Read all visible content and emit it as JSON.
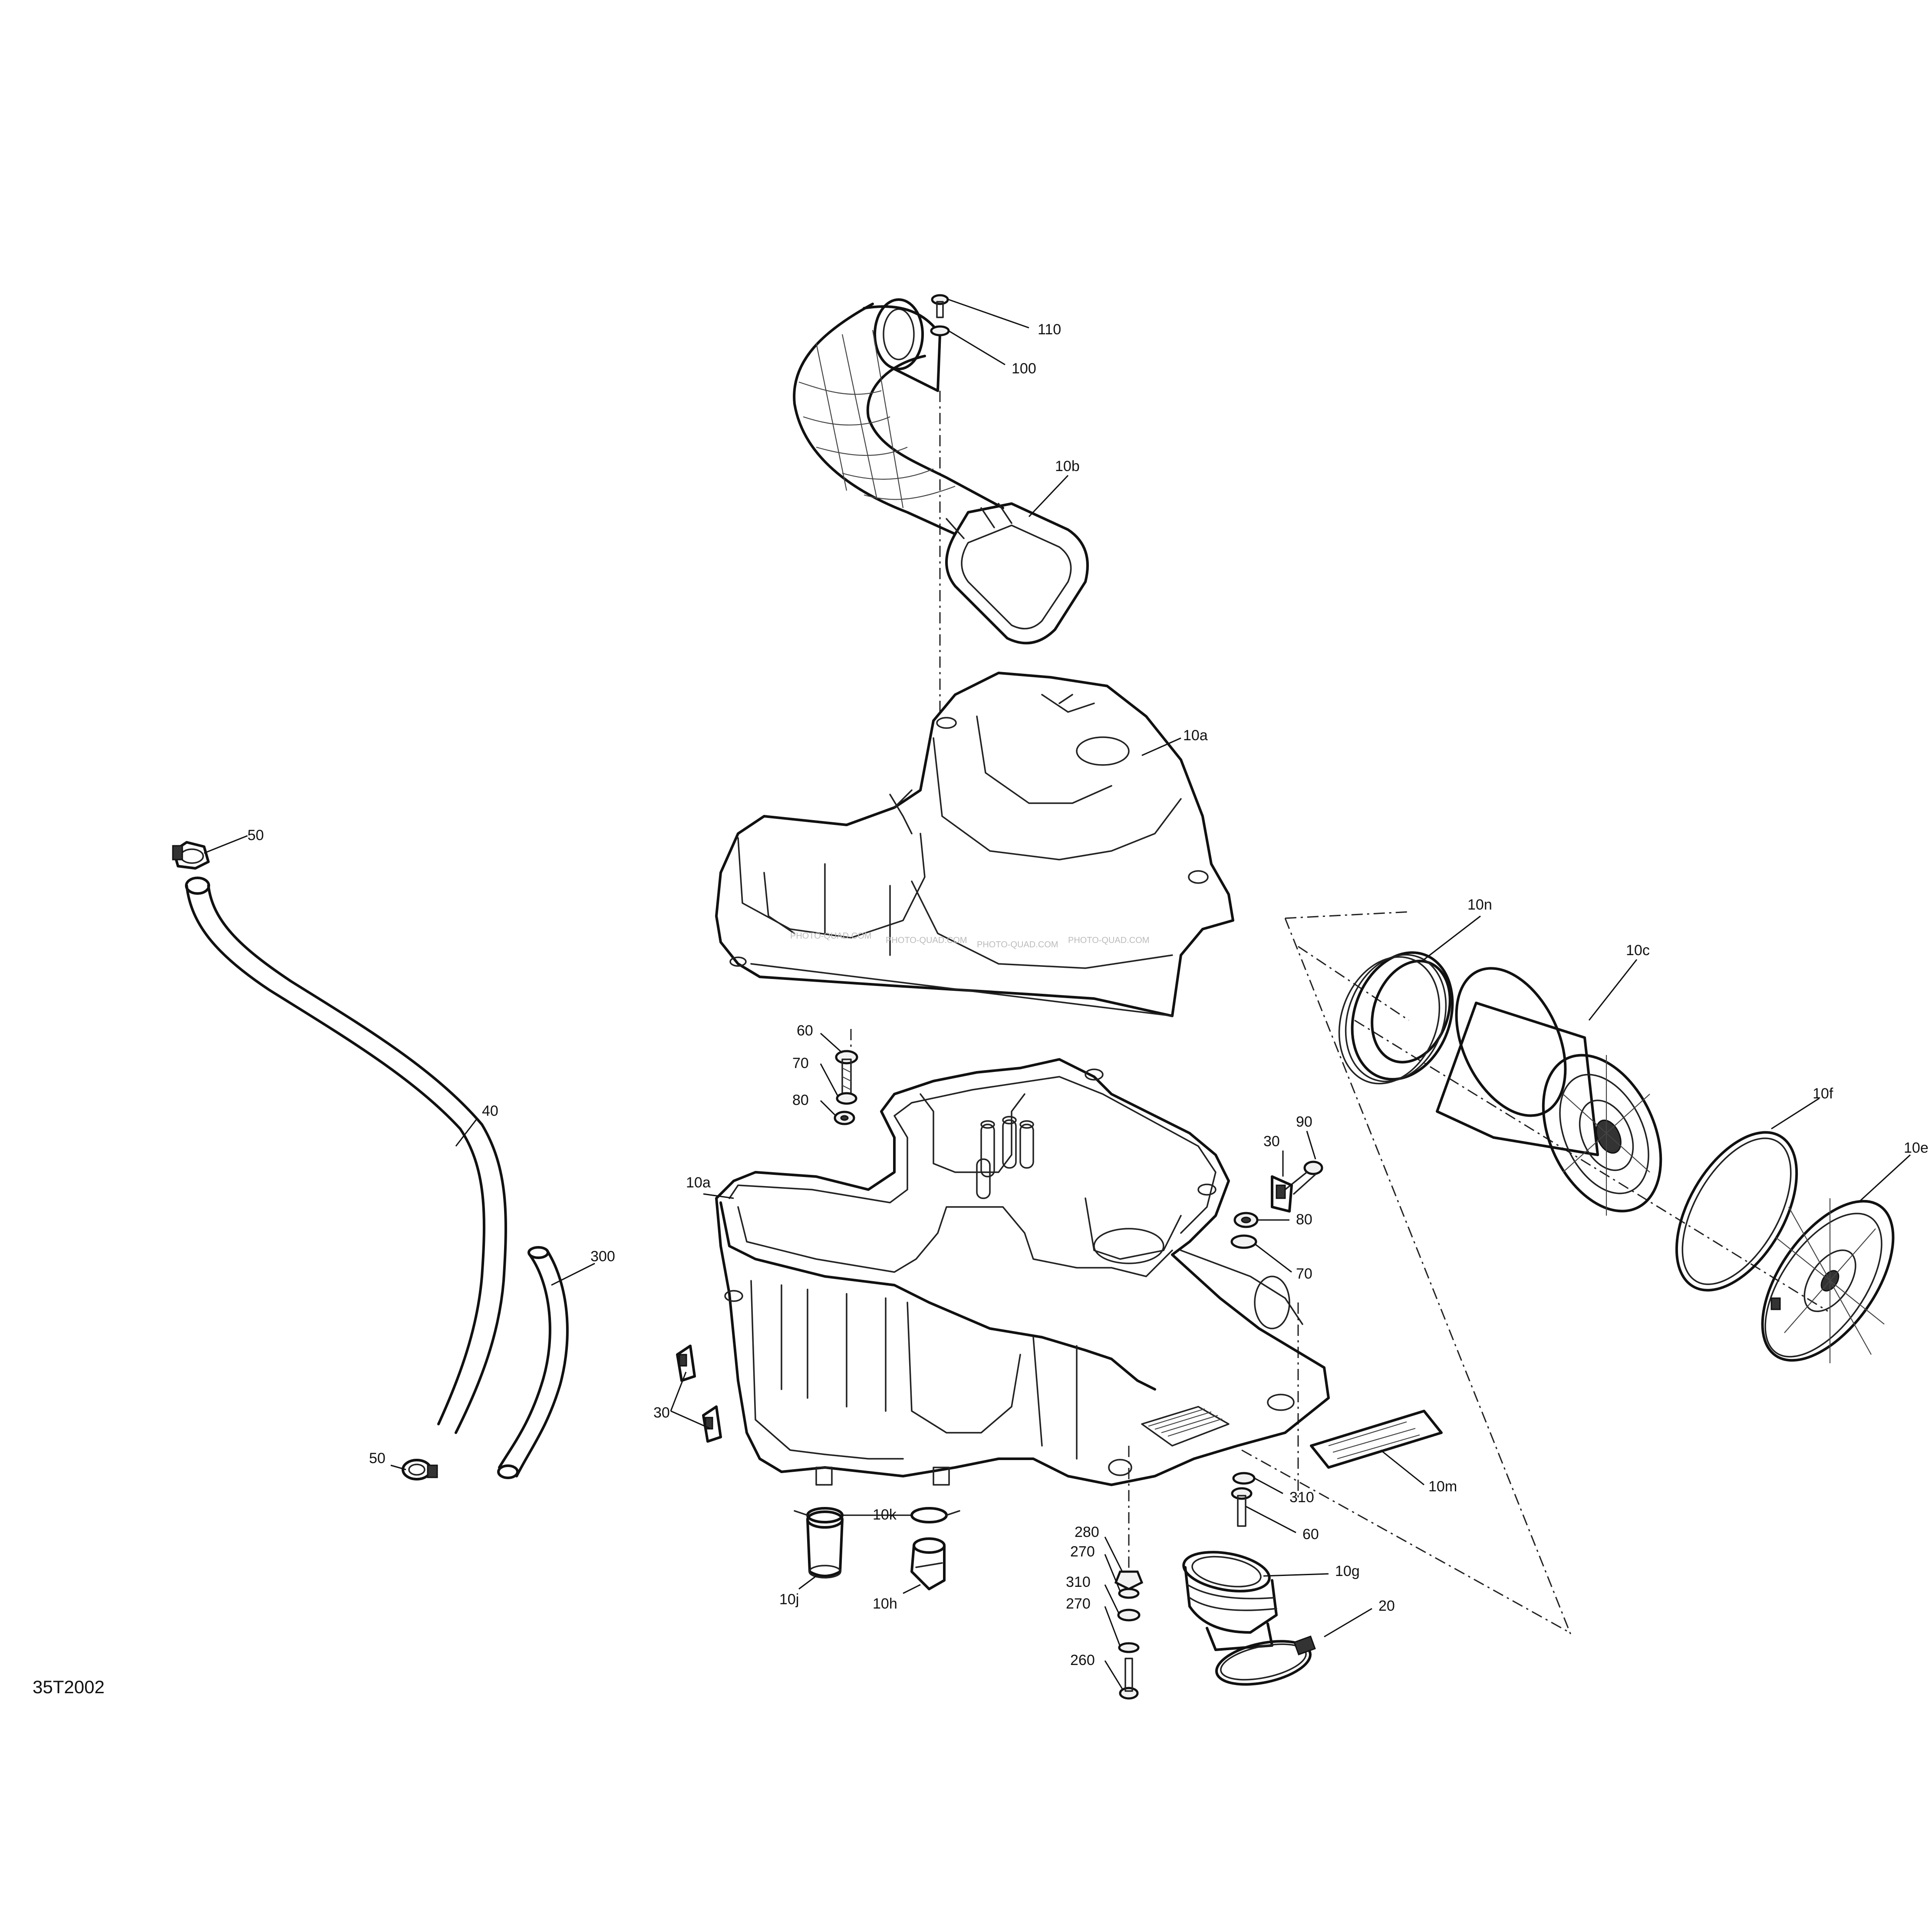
{
  "document_id": "35T2002",
  "watermark": "PHOTO-QUAD.COM",
  "callouts": {
    "c110": "110",
    "c100": "100",
    "c10b": "10b",
    "c10a_top": "10a",
    "c50_top": "50",
    "c10n": "10n",
    "c10c": "10c",
    "c60_left": "60",
    "c70_left": "70",
    "c80_left": "80",
    "c40": "40",
    "c90": "90",
    "c30_right": "30",
    "c10f": "10f",
    "c10e": "10e",
    "c10a_bottom": "10a",
    "c80_right": "80",
    "c300": "300",
    "c70_right": "70",
    "c30_left": "30",
    "c50_bottom": "50",
    "c10k": "10k",
    "c10m": "10m",
    "c310_right": "310",
    "c60_right": "60",
    "c280": "280",
    "c270_a": "270",
    "c310_left": "310",
    "c10g": "10g",
    "c270_b": "270",
    "c20": "20",
    "c10j": "10j",
    "c10h": "10h",
    "c260": "260"
  }
}
